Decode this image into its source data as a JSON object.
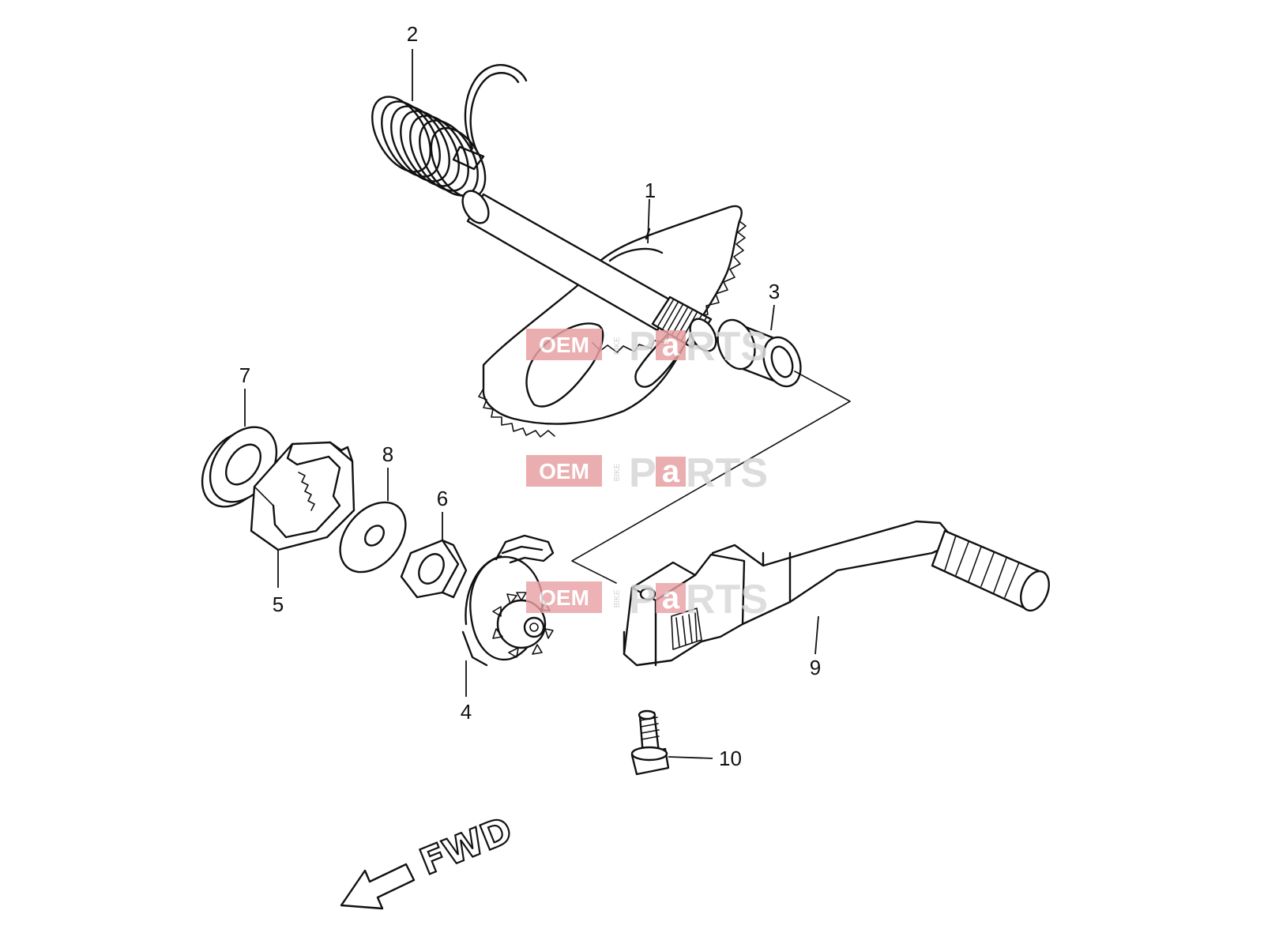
{
  "callouts": {
    "c1": "1",
    "c2": "2",
    "c3": "3",
    "c4": "4",
    "c5": "5",
    "c6": "6",
    "c7": "7",
    "c8": "8",
    "c9": "9",
    "c10": "10"
  },
  "direction": {
    "label": "FWD"
  },
  "watermark": {
    "oem": "OEM",
    "bike": "BIKE",
    "parts_p": "P",
    "parts_a": "a",
    "parts_rest": "RTS",
    "brand_color": "#e8a0a3"
  },
  "parts": [
    {
      "num": "1",
      "name": "kick-starter-shaft"
    },
    {
      "num": "2",
      "name": "return-spring"
    },
    {
      "num": "3",
      "name": "bushing"
    },
    {
      "num": "4",
      "name": "drive-gear-assembly"
    },
    {
      "num": "5",
      "name": "spring-guide"
    },
    {
      "num": "6",
      "name": "collar"
    },
    {
      "num": "7",
      "name": "oil-seal"
    },
    {
      "num": "8",
      "name": "washer"
    },
    {
      "num": "9",
      "name": "kick-starter-lever"
    },
    {
      "num": "10",
      "name": "bolt"
    }
  ]
}
